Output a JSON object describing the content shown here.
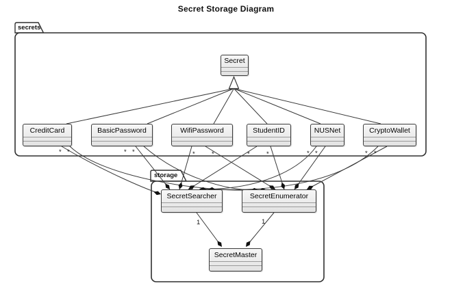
{
  "title": "Secret Storage Diagram",
  "packages": [
    {
      "id": "secrets",
      "label": "secrets"
    },
    {
      "id": "storage",
      "label": "storage"
    }
  ],
  "classes": [
    {
      "id": "Secret",
      "name": "Secret",
      "package": "secrets"
    },
    {
      "id": "CreditCard",
      "name": "CreditCard",
      "package": "secrets"
    },
    {
      "id": "BasicPassword",
      "name": "BasicPassword",
      "package": "secrets"
    },
    {
      "id": "WifiPassword",
      "name": "WifiPassword",
      "package": "secrets"
    },
    {
      "id": "StudentID",
      "name": "StudentID",
      "package": "secrets"
    },
    {
      "id": "NUSNet",
      "name": "NUSNet",
      "package": "secrets"
    },
    {
      "id": "CryptoWallet",
      "name": "CryptoWallet",
      "package": "secrets"
    },
    {
      "id": "SecretSearcher",
      "name": "SecretSearcher",
      "package": "storage"
    },
    {
      "id": "SecretEnumerator",
      "name": "SecretEnumerator",
      "package": "storage"
    },
    {
      "id": "SecretMaster",
      "name": "SecretMaster",
      "package": "storage"
    }
  ],
  "relationships": {
    "inheritance": {
      "parent": "Secret",
      "children": [
        "CreditCard",
        "BasicPassword",
        "WifiPassword",
        "StudentID",
        "NUSNet",
        "CryptoWallet"
      ]
    },
    "compositions": [
      {
        "owner": "SecretSearcher",
        "part": "CreditCard",
        "multiplicity": "*"
      },
      {
        "owner": "SecretSearcher",
        "part": "BasicPassword",
        "multiplicity": "*"
      },
      {
        "owner": "SecretSearcher",
        "part": "WifiPassword",
        "multiplicity": "*"
      },
      {
        "owner": "SecretSearcher",
        "part": "StudentID",
        "multiplicity": "*"
      },
      {
        "owner": "SecretSearcher",
        "part": "NUSNet",
        "multiplicity": "*"
      },
      {
        "owner": "SecretSearcher",
        "part": "CryptoWallet",
        "multiplicity": "*"
      },
      {
        "owner": "SecretEnumerator",
        "part": "CreditCard",
        "multiplicity": "*"
      },
      {
        "owner": "SecretEnumerator",
        "part": "BasicPassword",
        "multiplicity": "*"
      },
      {
        "owner": "SecretEnumerator",
        "part": "WifiPassword",
        "multiplicity": "*"
      },
      {
        "owner": "SecretEnumerator",
        "part": "StudentID",
        "multiplicity": "*"
      },
      {
        "owner": "SecretEnumerator",
        "part": "NUSNet",
        "multiplicity": "*"
      },
      {
        "owner": "SecretEnumerator",
        "part": "CryptoWallet",
        "multiplicity": "*"
      },
      {
        "owner": "SecretMaster",
        "part": "SecretSearcher",
        "multiplicity": "1"
      },
      {
        "owner": "SecretMaster",
        "part": "SecretEnumerator",
        "multiplicity": "1"
      }
    ]
  },
  "colors": {
    "edge": "#383838",
    "border": "#2f2f2f",
    "class_fill_top": "#f7f7f7",
    "class_fill_bottom": "#e2e2e2",
    "diamond": "#111111",
    "background": "#ffffff"
  }
}
